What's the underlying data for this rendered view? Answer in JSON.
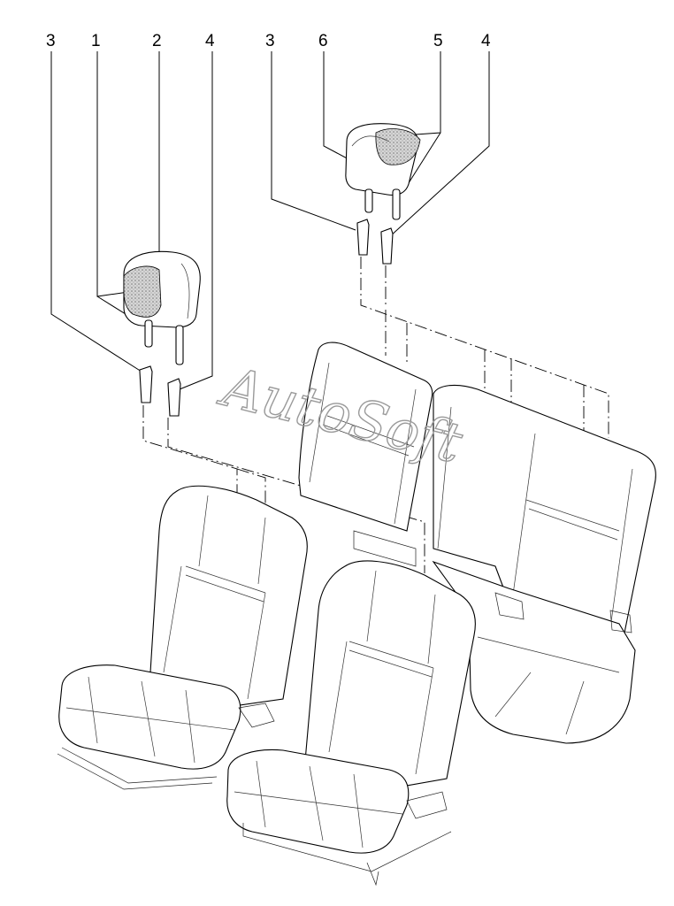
{
  "callouts": {
    "left": [
      "3",
      "1",
      "2",
      "4"
    ],
    "right": [
      "3",
      "6",
      "5",
      "4"
    ]
  },
  "watermark": "AutoSoft"
}
